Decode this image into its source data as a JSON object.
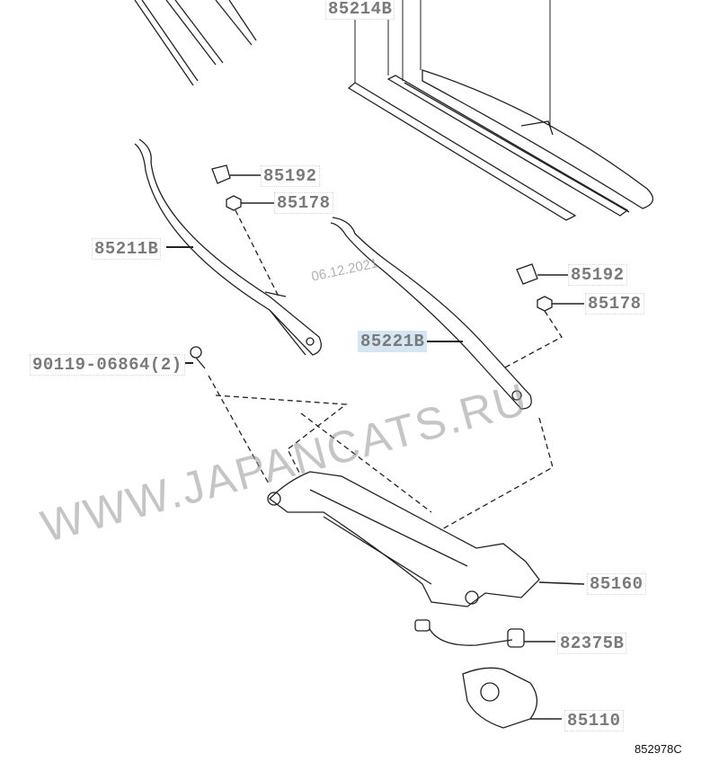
{
  "diagram": {
    "watermark": "WWW.JAPANCATS.RU",
    "date_stamp": "06.12.2021",
    "diagram_code": "852978C",
    "highlight_color": "#d3e6f1",
    "labels": {
      "p85214b": "85214B",
      "p85192_left": "85192",
      "p85178_left": "85178",
      "p85211b": "85211B",
      "p85192_right": "85192",
      "p85178_right": "85178",
      "p85221b": "85221B",
      "p90119": "90119-06864(2)",
      "p85160": "85160",
      "p82375b": "82375B",
      "p85110": "85110"
    }
  }
}
